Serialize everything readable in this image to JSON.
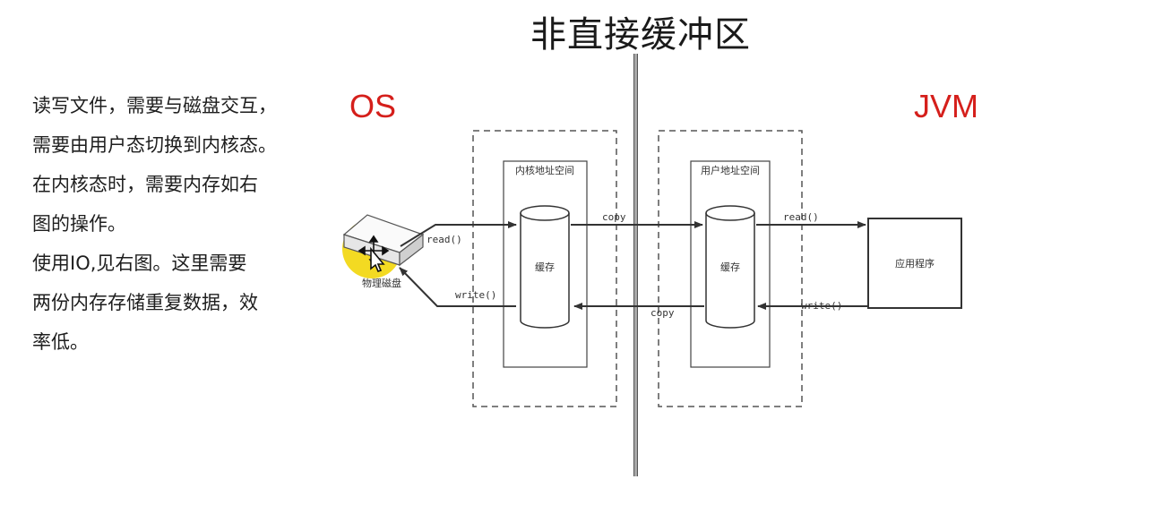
{
  "title": "非直接缓冲区",
  "description": {
    "lines": [
      "读写文件，需要与磁盘交互，",
      "需要由用户态切换到内核态。",
      "在内核态时，需要内存如右",
      "图的操作。",
      "使用IO,见右图。这里需要",
      "两份内存存储重复数据，效",
      "率低。"
    ]
  },
  "os_label": "OS",
  "jvm_label": "JVM",
  "diagram": {
    "disk_label": "物理磁盘",
    "kernel_space_label": "内核地址空间",
    "user_space_label": "用户地址空间",
    "kernel_buffer_label": "缓存",
    "user_buffer_label": "缓存",
    "app_label": "应用程序",
    "disk_read": "read()",
    "disk_write": "write()",
    "copy_top": "copy",
    "copy_bottom": "copy",
    "app_read": "read()",
    "app_write": "write()"
  }
}
